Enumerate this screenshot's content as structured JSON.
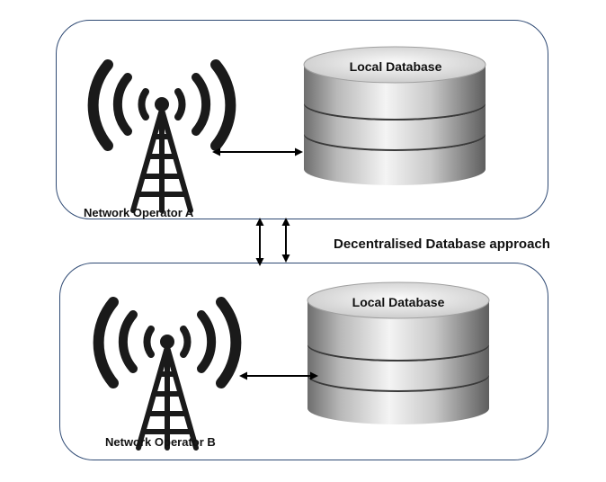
{
  "diagram": {
    "title": "Decentralised Database approach",
    "operator_a": {
      "label": "Network Operator A",
      "icon": "radio-tower-icon",
      "database_label": "Local Database"
    },
    "operator_b": {
      "label": "Network Operator B",
      "icon": "radio-tower-icon",
      "database_label": "Local Database"
    },
    "colors": {
      "panel_border": "#2f4a74",
      "icon": "#1a1a1a",
      "arrow": "#000000",
      "db_light": "#f2f2f2",
      "db_dark": "#7a7a7a"
    }
  }
}
